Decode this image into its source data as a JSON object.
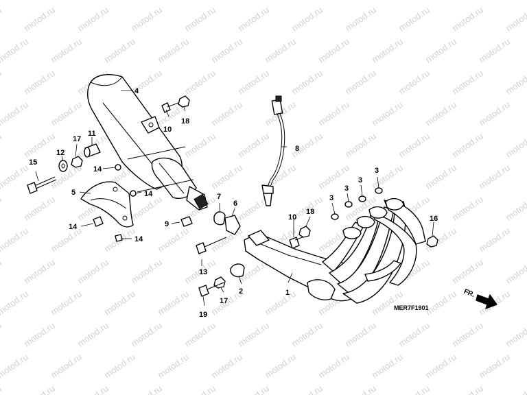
{
  "watermark": "motod.ru",
  "diagram_code": "MER7F1901",
  "direction_label": "FR.",
  "callouts": {
    "c1": "1",
    "c2": "2",
    "c3a": "3",
    "c3b": "3",
    "c3c": "3",
    "c3d": "3",
    "c4": "4",
    "c5": "5",
    "c6": "6",
    "c7": "7",
    "c8": "8",
    "c9": "9",
    "c10a": "10",
    "c10b": "10",
    "c11": "11",
    "c12": "12",
    "c13": "13",
    "c14a": "14",
    "c14b": "14",
    "c14c": "14",
    "c14d": "14",
    "c15": "15",
    "c16": "16",
    "c17a": "17",
    "c17b": "17",
    "c18a": "18",
    "c18b": "18",
    "c19": "19"
  }
}
